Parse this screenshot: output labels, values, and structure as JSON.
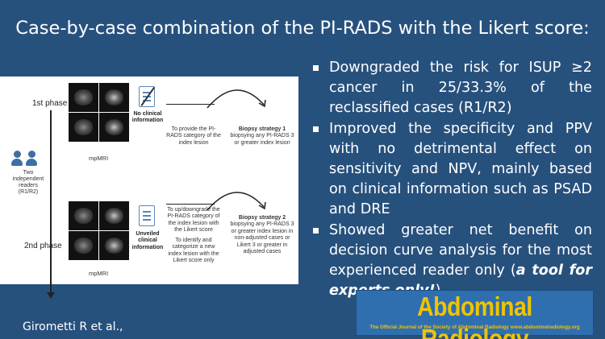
{
  "title": "Case-by-case combination of the PI-RADS with the Likert score:",
  "figure": {
    "phase1_label": "1st phase",
    "phase2_label": "2nd phase",
    "readers_text": "Two independent readers (R1/R2)",
    "mpmri_label": "mpMRI",
    "no_clinical": "No clinical information",
    "unveiled_clinical": "Unveiled clinical information",
    "phase1_task": "To provide the PI-RADS category of the index lesion",
    "phase2_task_a": "To up/downgrade the PI-RADS category of the index lesion with the Likert score",
    "phase2_task_b": "To identify and categorize a new index lesion with the Likert score only",
    "strategy1_title": "Biopsy strategy 1",
    "strategy1_text": "biopsying any PI-RADS 3 or greater index lesion",
    "strategy2_title": "Biopsy strategy 2",
    "strategy2_text": "biopsying any PI-RADS 3 or greater index lesion in non-adjusted cases or Likert 3 or greater in adjusted cases"
  },
  "bullets": [
    {
      "text": "Downgraded the risk for ISUP ≥2 cancer in 25/33.3% of the reclassified cases (R1/R2)"
    },
    {
      "text": "Improved the specificity and PPV with no detrimental effect on sensitivity and NPV, mainly based on clinical information such as PSAD and DRE"
    },
    {
      "text": "Showed greater net benefit on decision curve analysis for the most experienced reader only (",
      "emphasis": "a tool for experts only!",
      "suffix": ")"
    }
  ],
  "journal": {
    "name": "Abdominal Radiology",
    "subtitle": "The Official Journal of the Society of Abdominal Radiology  www.abdominalradiology.org"
  },
  "citation": "Girometti R et al.,",
  "colors": {
    "background": "#27517d",
    "journal_bg": "#2f6fb0",
    "journal_text": "#f2c300",
    "icon_blue": "#3e6fa3"
  }
}
